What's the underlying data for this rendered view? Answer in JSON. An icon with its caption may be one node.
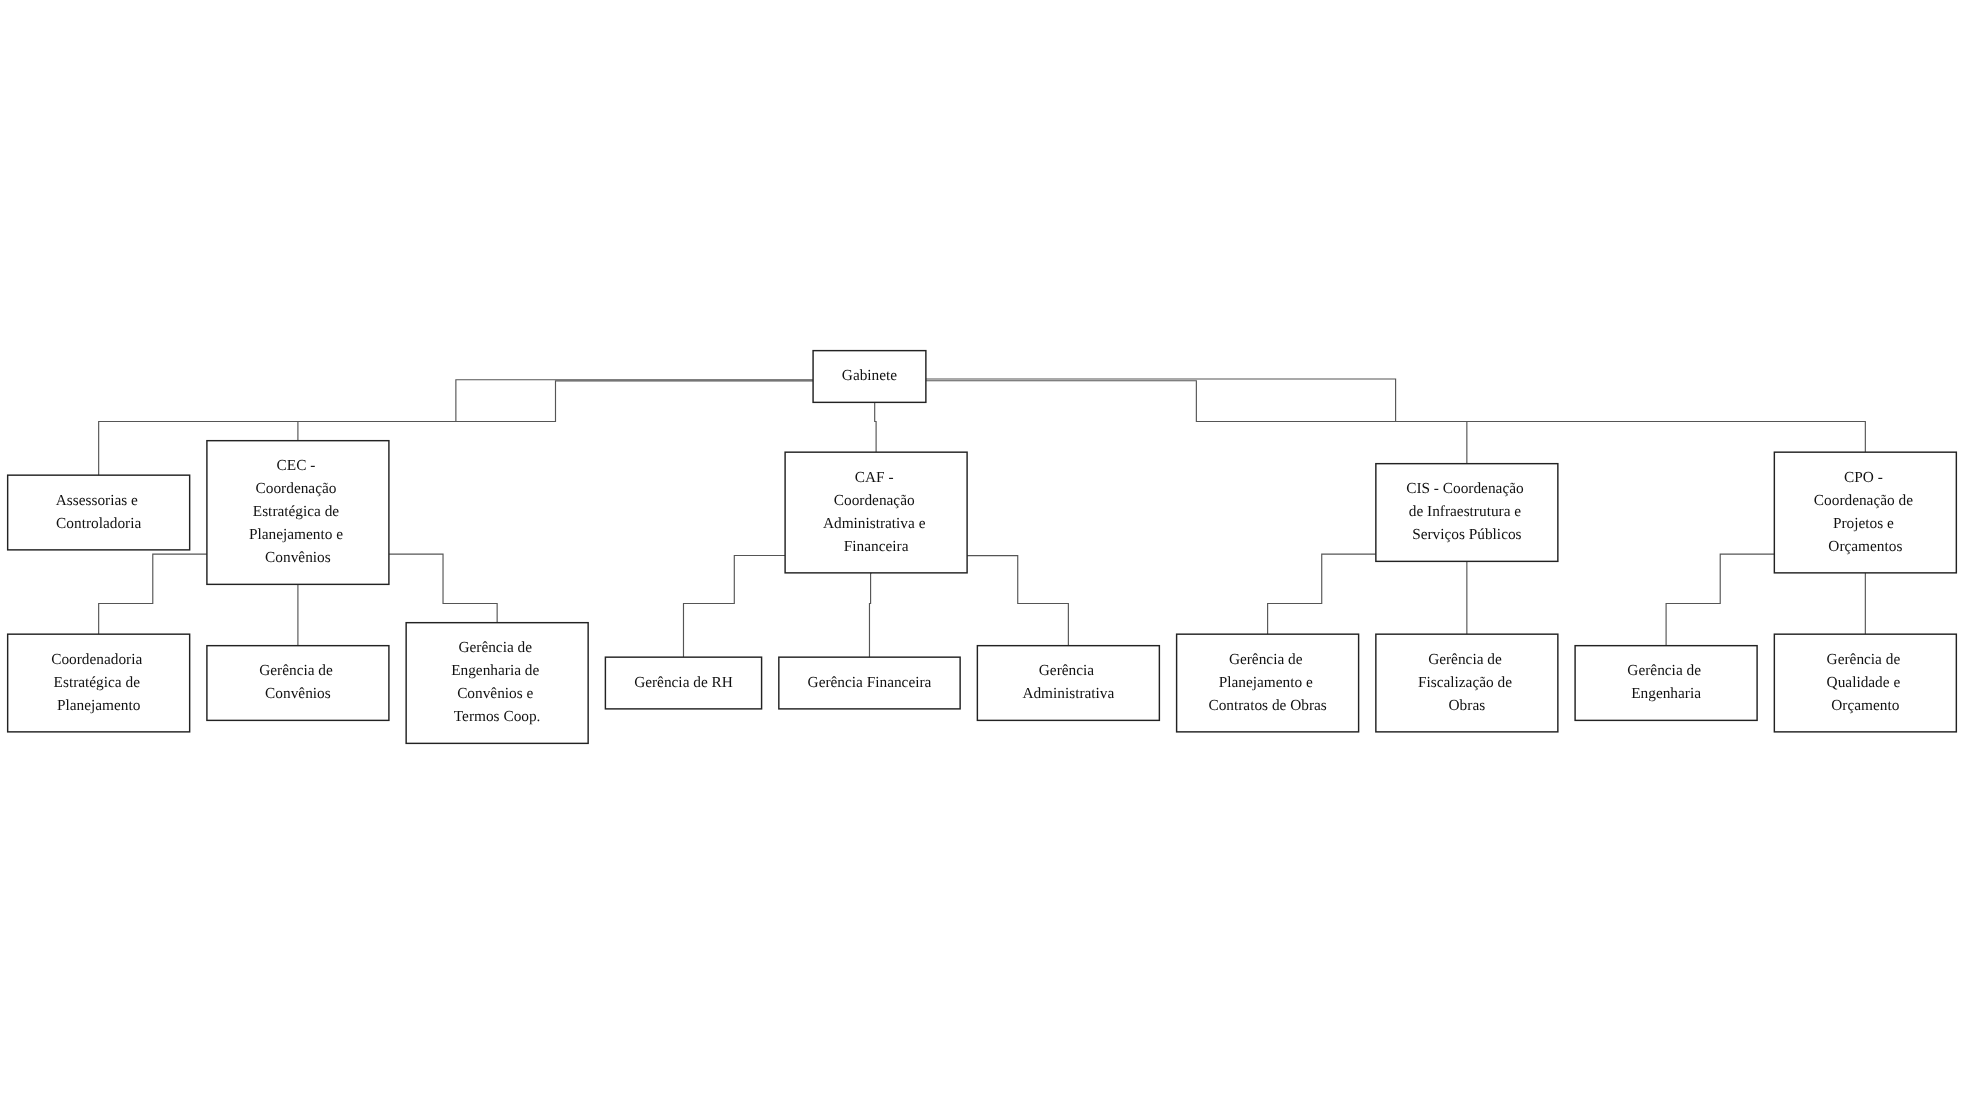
{
  "diagram": {
    "nodes": [
      {
        "text": [
          "Gabinete"
        ]
      },
      {
        "text": [
          "Assessorias e Controladoria"
        ]
      },
      {
        "text": [
          "CEC - Coordenação Estratégica de Planejamento e Convênios"
        ]
      },
      {
        "text": [
          "CAF - Coordenação Administrativa e Financeira"
        ]
      },
      {
        "text": [
          "CIS - Coordenação de Infraestrutura e Serviços Públicos"
        ]
      },
      {
        "text": [
          "CPO - Coordenação de Projetos e Orçamentos"
        ]
      },
      {
        "text": [
          "Coordenadoria Estratégica de Planejamento"
        ]
      },
      {
        "text": [
          "Gerência de Convênios"
        ]
      },
      {
        "text": [
          "Gerência de Engenharia de Convênios e Termos Coop."
        ]
      },
      {
        "text": [
          "Gerência de RH"
        ]
      },
      {
        "text": [
          "Gerência Financeira"
        ]
      },
      {
        "text": [
          "Gerência Administrativa"
        ]
      },
      {
        "text": [
          "Gerência de Planejamento e Contratos de Obras"
        ]
      },
      {
        "text": [
          "Gerência de Fiscalização de Obras"
        ]
      },
      {
        "text": [
          "Gerência de Engenharia"
        ]
      },
      {
        "text": [
          "Gerência de Qualidade e Orçamento"
        ]
      }
    ],
    "edges": [
      {
        "from": 0,
        "to": 1,
        "arrow": "none"
      },
      {
        "from": 0,
        "to": 2,
        "arrow": "none"
      },
      {
        "from": 0,
        "to": 3,
        "arrow": "none"
      },
      {
        "from": 0,
        "to": 4,
        "arrow": "none"
      },
      {
        "from": 0,
        "to": 5,
        "arrow": "none"
      },
      {
        "from": 2,
        "to": 6,
        "arrow": "none"
      },
      {
        "from": 2,
        "to": 7,
        "arrow": "none"
      },
      {
        "from": 2,
        "to": 8,
        "arrow": "none"
      },
      {
        "from": 3,
        "to": 9,
        "arrow": "none"
      },
      {
        "from": 3,
        "to": 10,
        "arrow": "none"
      },
      {
        "from": 3,
        "to": 11,
        "arrow": "none"
      },
      {
        "from": 4,
        "to": 12,
        "arrow": "none"
      },
      {
        "from": 4,
        "to": 13,
        "arrow": "none"
      },
      {
        "from": 5,
        "to": 14,
        "arrow": "none"
      },
      {
        "from": 5,
        "to": 15,
        "arrow": "none"
      }
    ]
  }
}
